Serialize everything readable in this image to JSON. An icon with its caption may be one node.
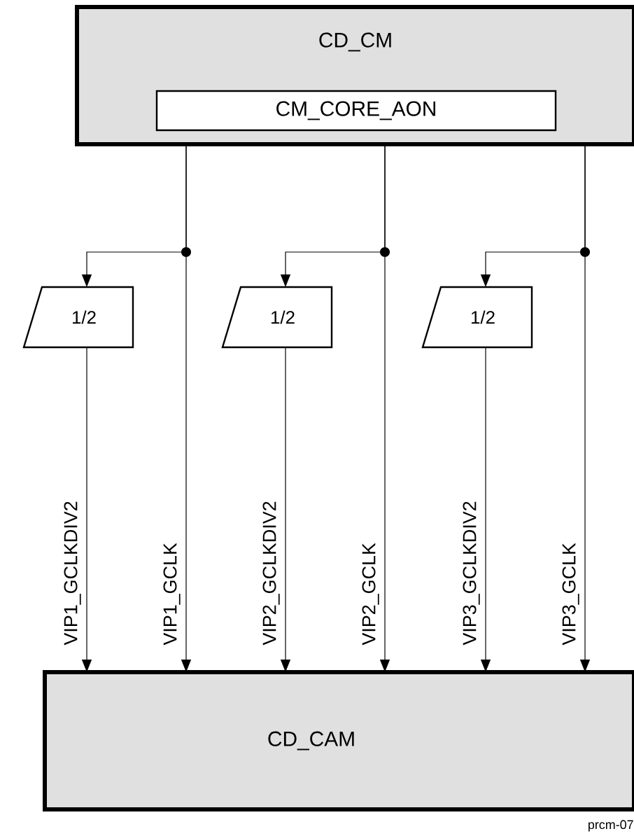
{
  "diagram": {
    "nodes": [
      {
        "text": [
          "CD_CM"
        ]
      },
      {
        "text": [
          "CM_CORE_AON"
        ],
        "in": 0
      },
      {
        "text": [
          "1/2"
        ]
      },
      {
        "text": [
          "1/2"
        ]
      },
      {
        "text": [
          "1/2"
        ]
      },
      {
        "text": [
          "CD_CAM"
        ]
      }
    ],
    "edges": [
      {
        "from": 0,
        "to": 2,
        "arrow": "to"
      },
      {
        "from": 2,
        "to": 5,
        "arrow": "to",
        "label": "VIP1_GCLKDIV2"
      },
      {
        "from": 0,
        "to": 5,
        "arrow": "to",
        "label": "VIP1_GCLK"
      },
      {
        "from": 0,
        "to": 3,
        "arrow": "to"
      },
      {
        "from": 3,
        "to": 5,
        "arrow": "to",
        "label": "VIP2_GCLKDIV2"
      },
      {
        "from": 0,
        "to": 5,
        "arrow": "to",
        "label": "VIP2_GCLK"
      },
      {
        "from": 0,
        "to": 4,
        "arrow": "to"
      },
      {
        "from": 4,
        "to": 5,
        "arrow": "to",
        "label": "VIP3_GCLKDIV2"
      },
      {
        "from": 0,
        "to": 5,
        "arrow": "to",
        "label": "VIP3_GCLK"
      }
    ],
    "labels": [
      "prcm-07"
    ]
  }
}
